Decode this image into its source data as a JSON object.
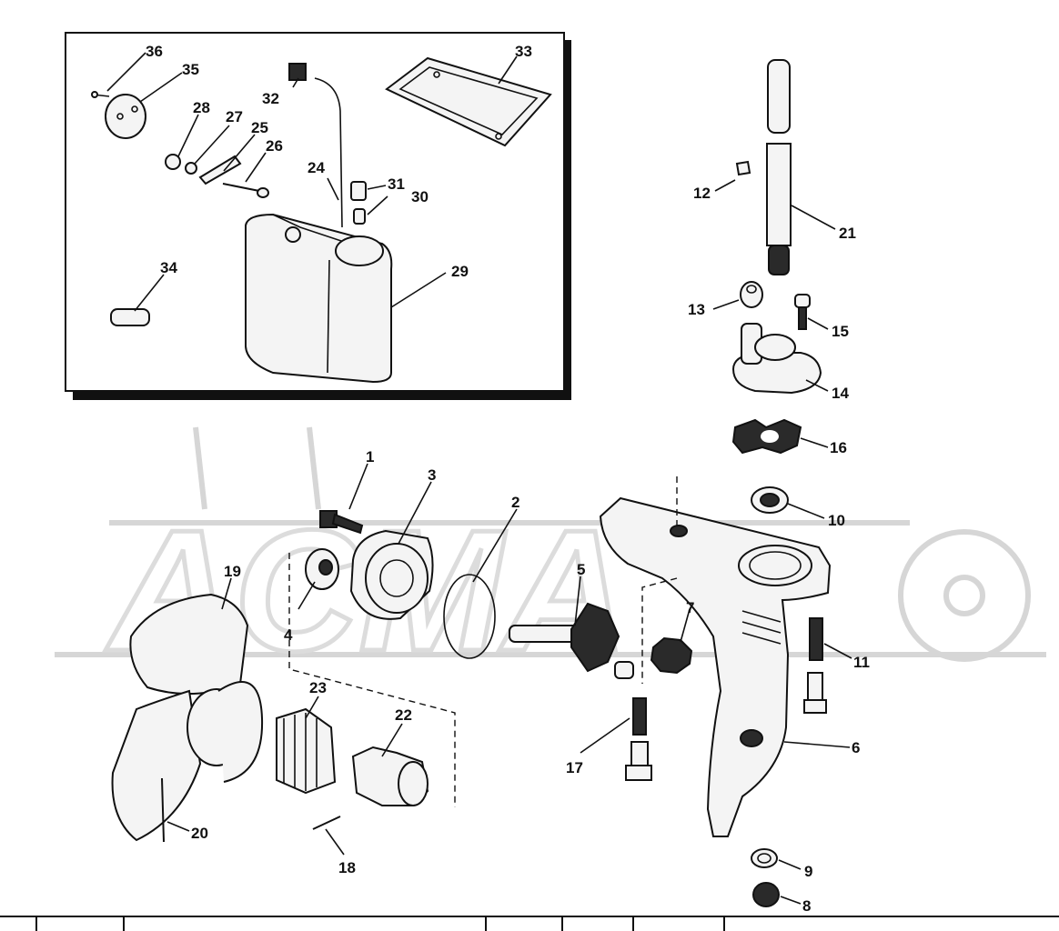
{
  "diagram": {
    "watermark_text": "ACMA",
    "callouts": {
      "c1": "1",
      "c2": "2",
      "c3": "3",
      "c4": "4",
      "c5": "5",
      "c6": "6",
      "c7": "7",
      "c8": "8",
      "c9": "9",
      "c10": "10",
      "c11": "11",
      "c12": "12",
      "c13": "13",
      "c14": "14",
      "c15": "15",
      "c16": "16",
      "c17": "17",
      "c18": "18",
      "c19": "19",
      "c20": "20",
      "c21": "21",
      "c22": "22",
      "c23": "23",
      "c24": "24",
      "c25": "25",
      "c26": "26",
      "c27": "27",
      "c28": "28",
      "c29": "29",
      "c30": "30",
      "c31": "31",
      "c32": "32",
      "c33": "33",
      "c34": "34",
      "c35": "35",
      "c36": "36"
    }
  },
  "colors": {
    "ink": "#111111",
    "paper": "#ffffff",
    "watermark": "#d6d6d6"
  }
}
